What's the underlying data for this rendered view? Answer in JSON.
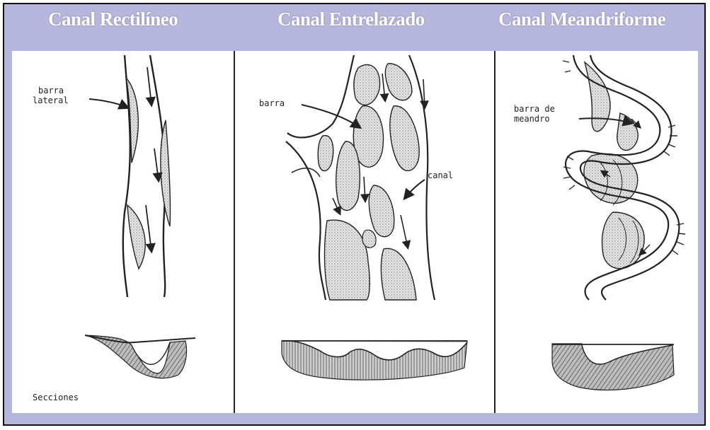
{
  "titles": {
    "rectilineo": "Canal Rectilíneo",
    "entrelazado": "Canal Entrelazado",
    "meandriforme": "Canal Meandriforme"
  },
  "labels": {
    "barra_lateral_1": "barra",
    "barra_lateral_2": "lateral",
    "barra": "barra",
    "canal": "canal",
    "barra_meandro_1": "barra de",
    "barra_meandro_2": "meandro",
    "secciones": "Secciones"
  },
  "colors": {
    "frame_background": "#b7b7dd",
    "panel_background": "#ffffff",
    "ink": "#222222",
    "stipple": "#cfcfcf"
  }
}
